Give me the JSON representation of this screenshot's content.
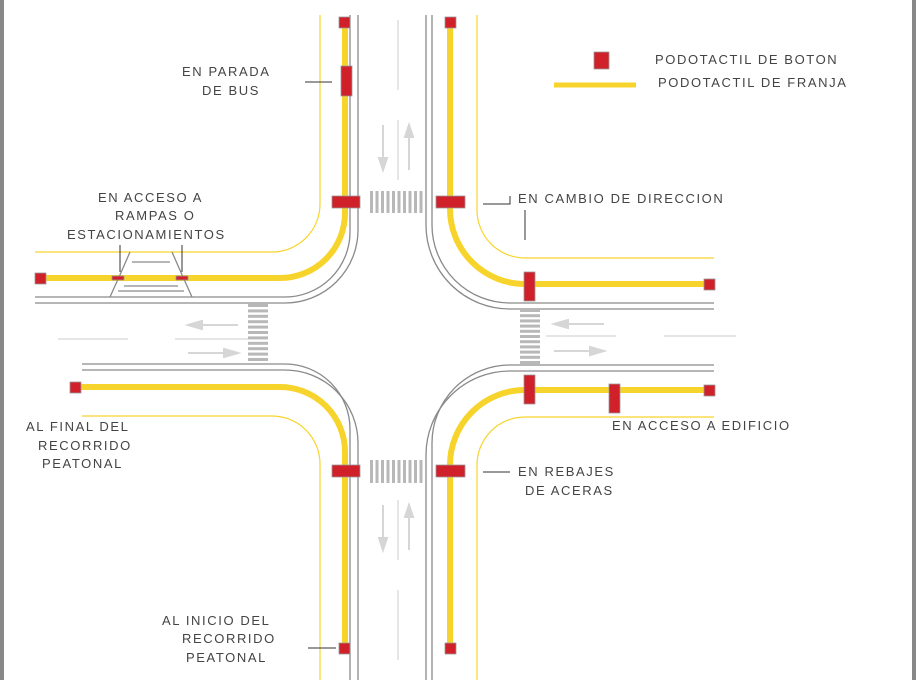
{
  "legend": {
    "button_label": "PODOTACTIL DE BOTON",
    "strip_label": "PODOTACTIL DE FRANJA",
    "button_color": "#d0202a",
    "strip_color": "#f7d42c"
  },
  "labels": {
    "bus_stop": [
      "EN PARADA",
      "DE BUS"
    ],
    "ramps": [
      "EN ACCESO A",
      "RAMPAS O",
      "ESTACIONAMIENTOS"
    ],
    "direction_change": [
      "EN CAMBIO DE DIRECCION"
    ],
    "route_end": [
      "AL FINAL DEL",
      "RECORRIDO",
      "PEATONAL"
    ],
    "building_access": [
      "EN ACCESO A EDIFICIO"
    ],
    "curb_ramps": [
      "EN REBAJES",
      "DE ACERAS"
    ],
    "route_start": [
      "AL INICIO  DEL",
      "RECORRIDO",
      "PEATONAL"
    ]
  }
}
